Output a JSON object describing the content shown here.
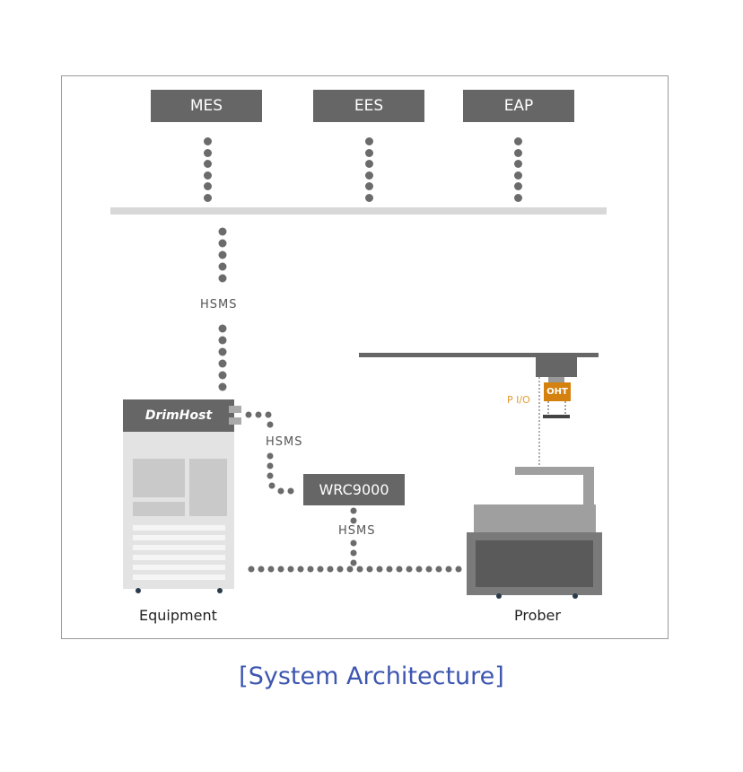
{
  "systems": {
    "mes": "MES",
    "ees": "EES",
    "eap": "EAP"
  },
  "labels": {
    "hsms_top": "HSMS",
    "hsms_mid": "HSMS",
    "hsms_wrc": "HSMS",
    "pio": "P I/O",
    "oht": "OHT",
    "drimhost": "DrimHost",
    "wrc": "WRC9000",
    "equipment": "Equipment",
    "prober": "Prober"
  },
  "caption": "[System Architecture]",
  "colors": {
    "box": "#666666",
    "bus": "#d8d8d8",
    "dots": "#6b6b6b",
    "oht": "#d4810f",
    "caption": "#3d56b0"
  }
}
